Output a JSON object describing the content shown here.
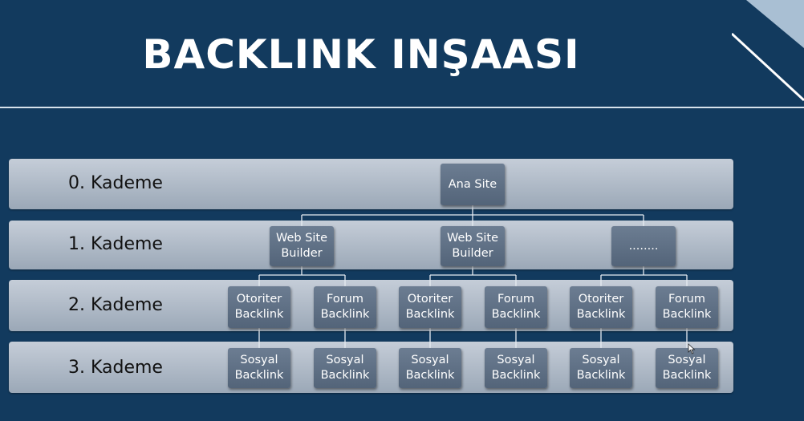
{
  "slide": {
    "title": "BACKLINK INŞAASI"
  },
  "levels": [
    {
      "label": "0. Kademe",
      "nodes": [
        {
          "label": "Ana Site"
        }
      ]
    },
    {
      "label": "1. Kademe",
      "nodes": [
        {
          "label": "Web Site\nBuilder"
        },
        {
          "label": "Web Site\nBuilder"
        },
        {
          "label": "........"
        }
      ]
    },
    {
      "label": "2. Kademe",
      "nodes": [
        {
          "label": "Otoriter\nBacklink"
        },
        {
          "label": "Forum\nBacklink"
        },
        {
          "label": "Otoriter\nBacklink"
        },
        {
          "label": "Forum\nBacklink"
        },
        {
          "label": "Otoriter\nBacklink"
        },
        {
          "label": "Forum\nBacklink"
        }
      ]
    },
    {
      "label": "3. Kademe",
      "nodes": [
        {
          "label": "Sosyal\nBacklink"
        },
        {
          "label": "Sosyal\nBacklink"
        },
        {
          "label": "Sosyal\nBacklink"
        },
        {
          "label": "Sosyal\nBacklink"
        },
        {
          "label": "Sosyal\nBacklink"
        },
        {
          "label": "Sosyal\nBacklink"
        }
      ]
    }
  ],
  "colors": {
    "background": "#123a5e",
    "band": "#b3bdca",
    "node": "#5f7085",
    "connector": "#e6ecf2"
  }
}
